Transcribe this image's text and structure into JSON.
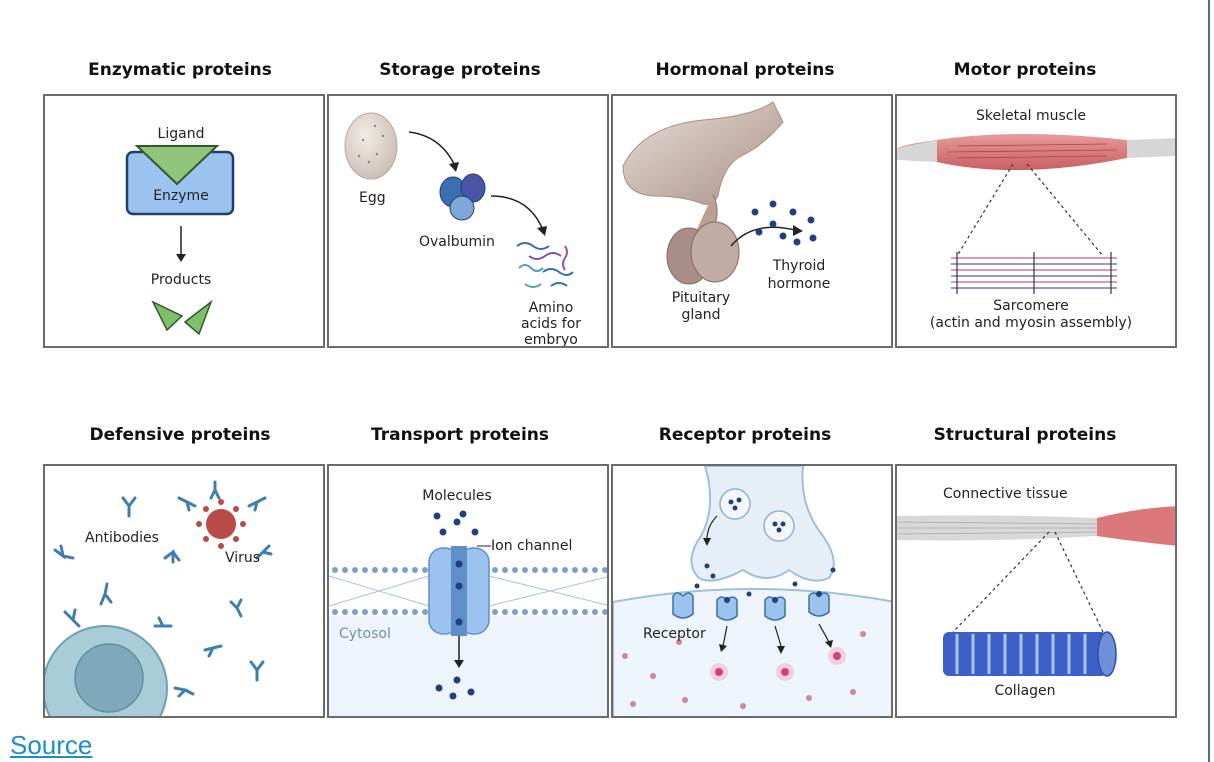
{
  "panels": {
    "enzymatic": {
      "title": "Enzymatic proteins",
      "ligand": "Ligand",
      "enzyme": "Enzyme",
      "products": "Products"
    },
    "storage": {
      "title": "Storage proteins",
      "egg": "Egg",
      "ovalbumin": "Ovalbumin",
      "amino1": "Amino",
      "amino2": "acids for",
      "amino3": "embryo"
    },
    "hormonal": {
      "title": "Hormonal proteins",
      "pituitary1": "Pituitary",
      "pituitary2": "gland",
      "thyroid1": "Thyroid",
      "thyroid2": "hormone"
    },
    "motor": {
      "title": "Motor proteins",
      "skeletal": "Skeletal muscle",
      "sarcomere1": "Sarcomere",
      "sarcomere2": "(actin and myosin assembly)"
    },
    "defensive": {
      "title": "Defensive proteins",
      "antibodies": "Antibodies",
      "virus": "Virus"
    },
    "transport": {
      "title": "Transport proteins",
      "molecules": "Molecules",
      "ion_channel": "Ion channel",
      "cytosol": "Cytosol"
    },
    "receptor": {
      "title": "Receptor proteins",
      "receptor": "Receptor"
    },
    "structural": {
      "title": "Structural proteins",
      "connective": "Connective tissue",
      "collagen": "Collagen"
    }
  },
  "source_link": "Source",
  "colors": {
    "panel_border": "#6b6b6b",
    "enzyme_fill": "#9cc3f0",
    "ligand_fill": "#8fc47a",
    "muscle": "#d9777a",
    "antibody": "#3f7fb0",
    "virus": "#b94a48",
    "link": "#1a8fc8"
  }
}
